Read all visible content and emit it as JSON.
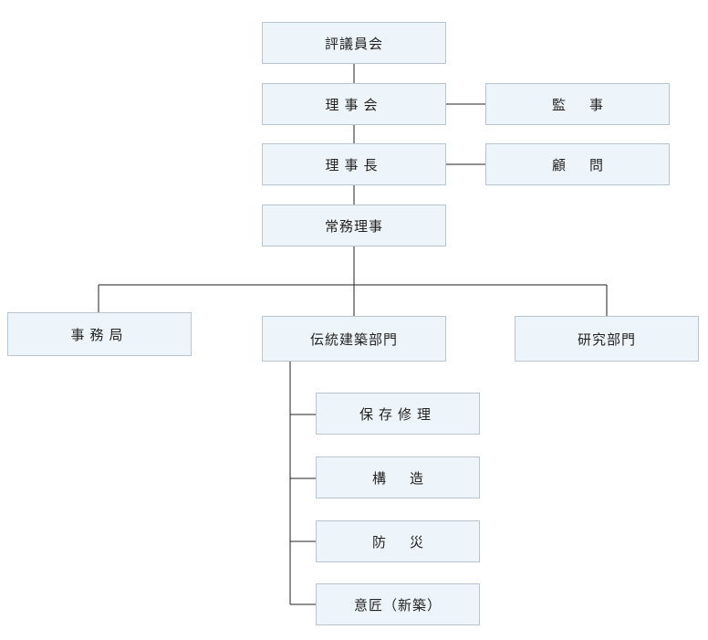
{
  "chart": {
    "nodes": {
      "hyogiinkai": "評議員会",
      "rijikai": "理事会",
      "kanji": "監事",
      "rijicho": "理事長",
      "komon": "顧問",
      "jomu_riji": "常務理事",
      "jimukyoku": "事務局",
      "dento_kenchiku": "伝統建築部門",
      "kenkyu": "研究部門",
      "hozon_shuri": "保存修理",
      "kozo": "構造",
      "bosai": "防災",
      "isho": "意匠（新築）"
    }
  }
}
